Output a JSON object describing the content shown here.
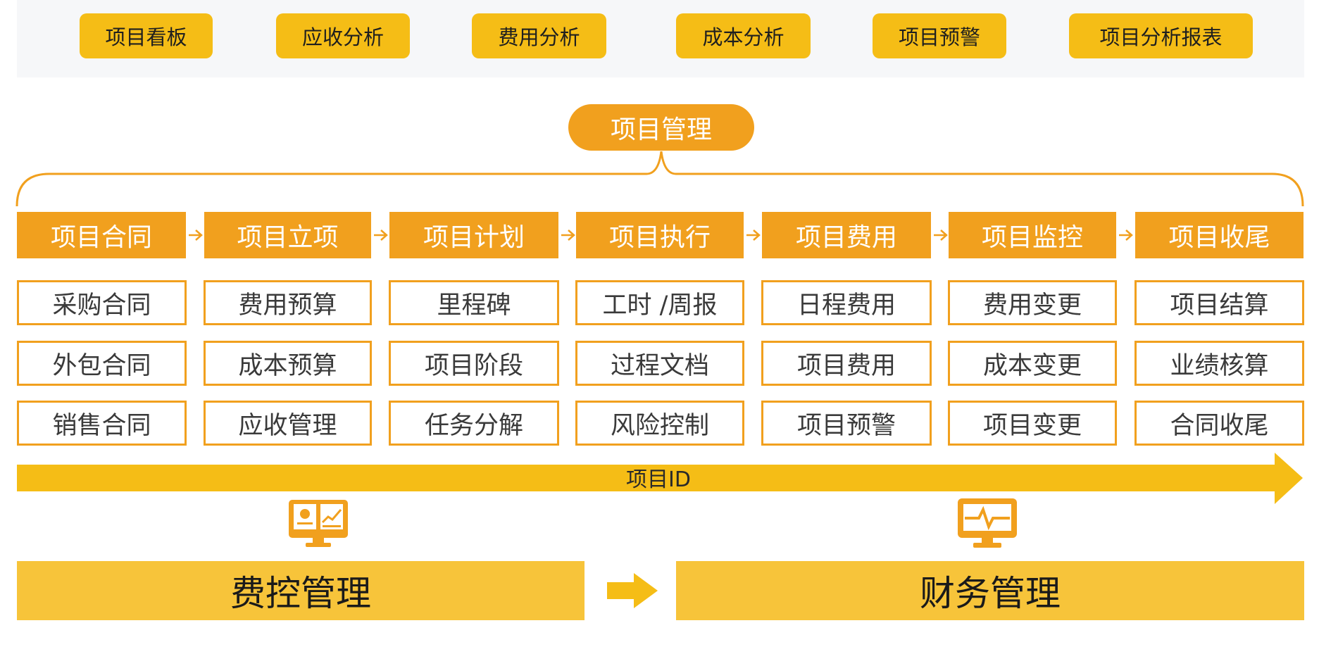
{
  "top_nav": [
    "项目看板",
    "应收分析",
    "费用分析",
    "成本分析",
    "项目预警",
    "项目分析报表"
  ],
  "hub_label": "项目管理",
  "stages": [
    {
      "title": "项目合同",
      "items": [
        "采购合同",
        "外包合同",
        "销售合同"
      ]
    },
    {
      "title": "项目立项",
      "items": [
        "费用预算",
        "成本预算",
        "应收管理"
      ]
    },
    {
      "title": "项目计划",
      "items": [
        "里程碑",
        "项目阶段",
        "任务分解"
      ]
    },
    {
      "title": "项目执行",
      "items": [
        "工时 /周报",
        "过程文档",
        "风险控制"
      ]
    },
    {
      "title": "项目费用",
      "items": [
        "日程费用",
        "项目费用",
        "项目预警"
      ]
    },
    {
      "title": "项目监控",
      "items": [
        "费用变更",
        "成本变更",
        "项目变更"
      ]
    },
    {
      "title": "项目收尾",
      "items": [
        "项目结算",
        "业绩核算",
        "合同收尾"
      ]
    }
  ],
  "id_arrow_label": "项目ID",
  "bottom": {
    "left": "费控管理",
    "right": "财务管理"
  },
  "icons": {
    "left": "monitor-dashboard-icon",
    "right": "monitor-pulse-icon",
    "connector": "arrow-right-icon"
  },
  "colors": {
    "primary_orange": "#f1a01e",
    "yellow": "#f5bd16",
    "bottom_yellow": "#f7c43a",
    "band_gray": "#f6f7f9"
  }
}
